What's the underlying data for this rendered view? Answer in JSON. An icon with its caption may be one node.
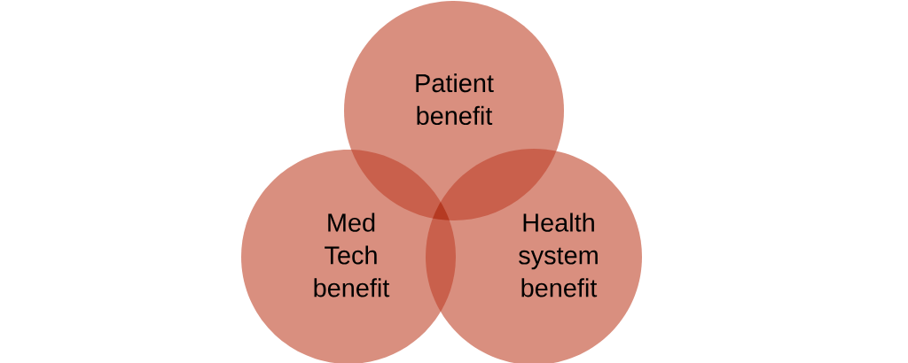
{
  "diagram": {
    "nodes": [
      {
        "text": [
          "Patient benefit"
        ]
      },
      {
        "text": [
          "Med Tech benefit"
        ]
      },
      {
        "text": [
          "Health system benefit"
        ]
      }
    ]
  }
}
